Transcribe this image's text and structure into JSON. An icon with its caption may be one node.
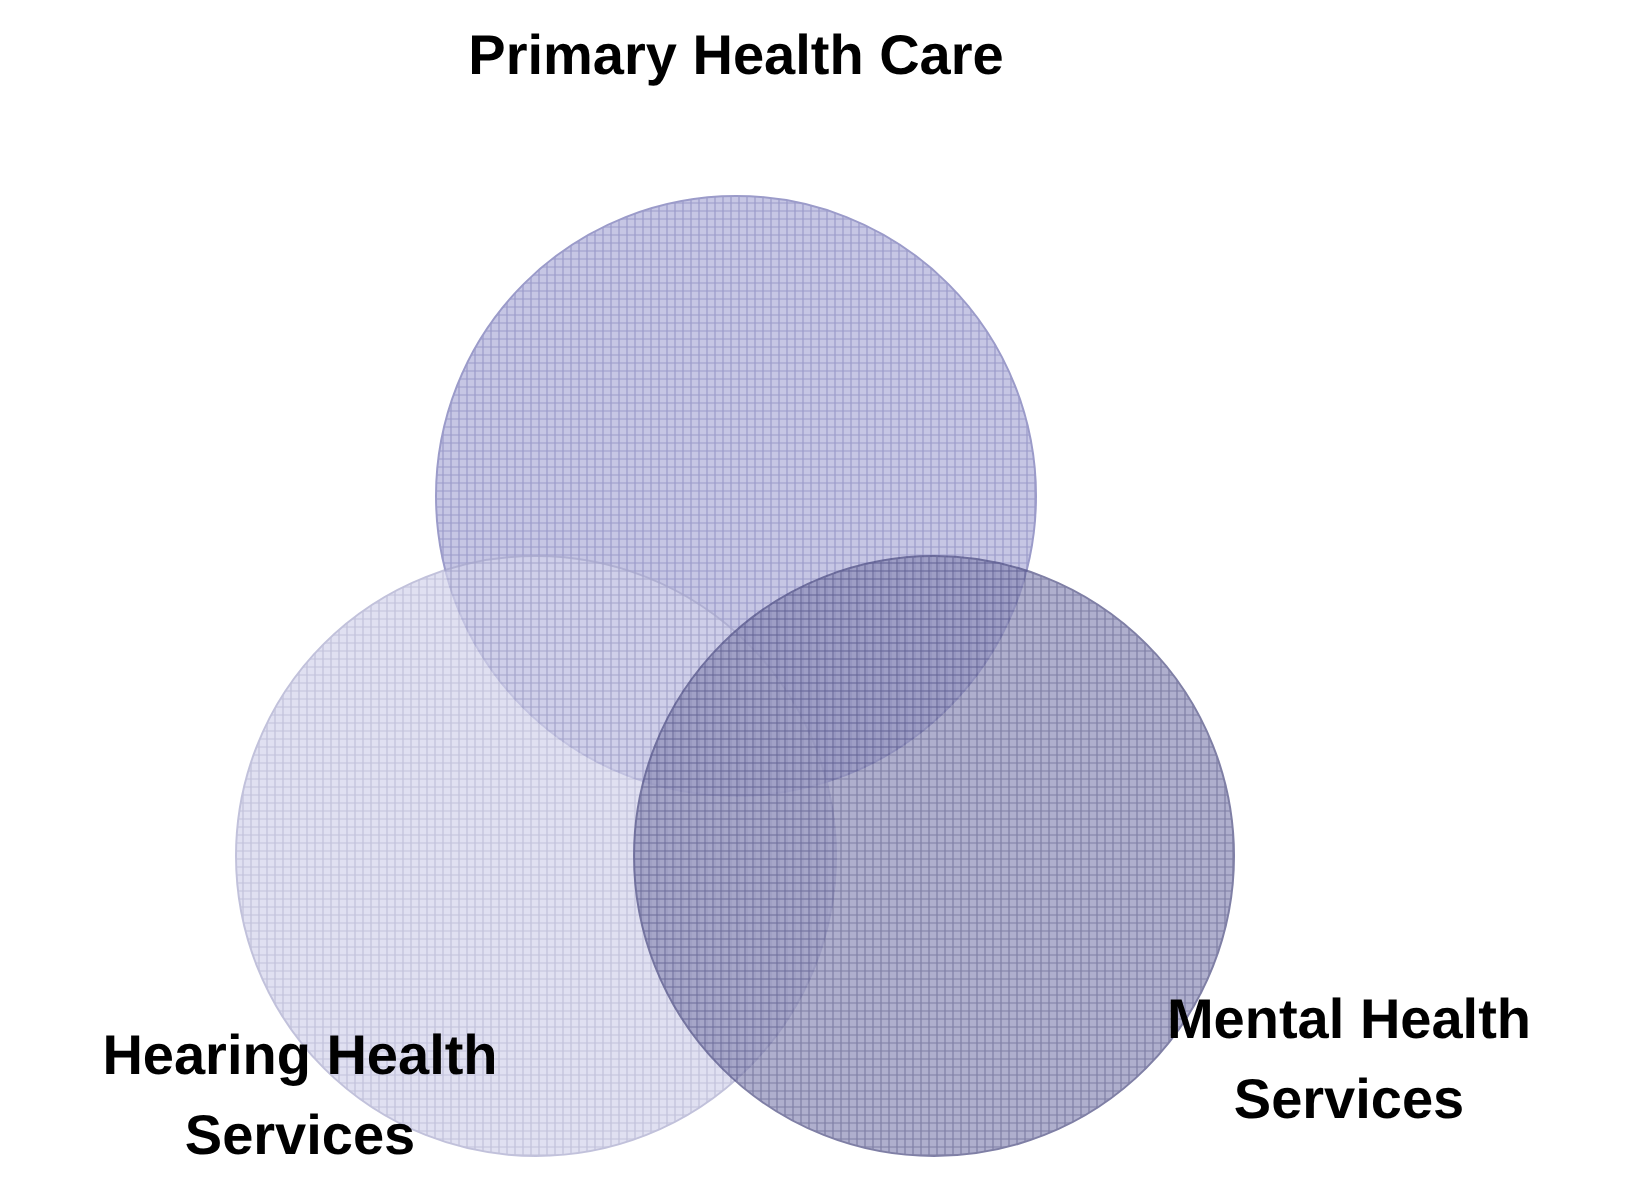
{
  "diagram": {
    "nodes": [
      {
        "text": [
          "Primary Health Care"
        ]
      },
      {
        "text": [
          "Hearing Health Services"
        ]
      },
      {
        "text": [
          "Mental Health Services"
        ]
      }
    ],
    "edges": []
  }
}
